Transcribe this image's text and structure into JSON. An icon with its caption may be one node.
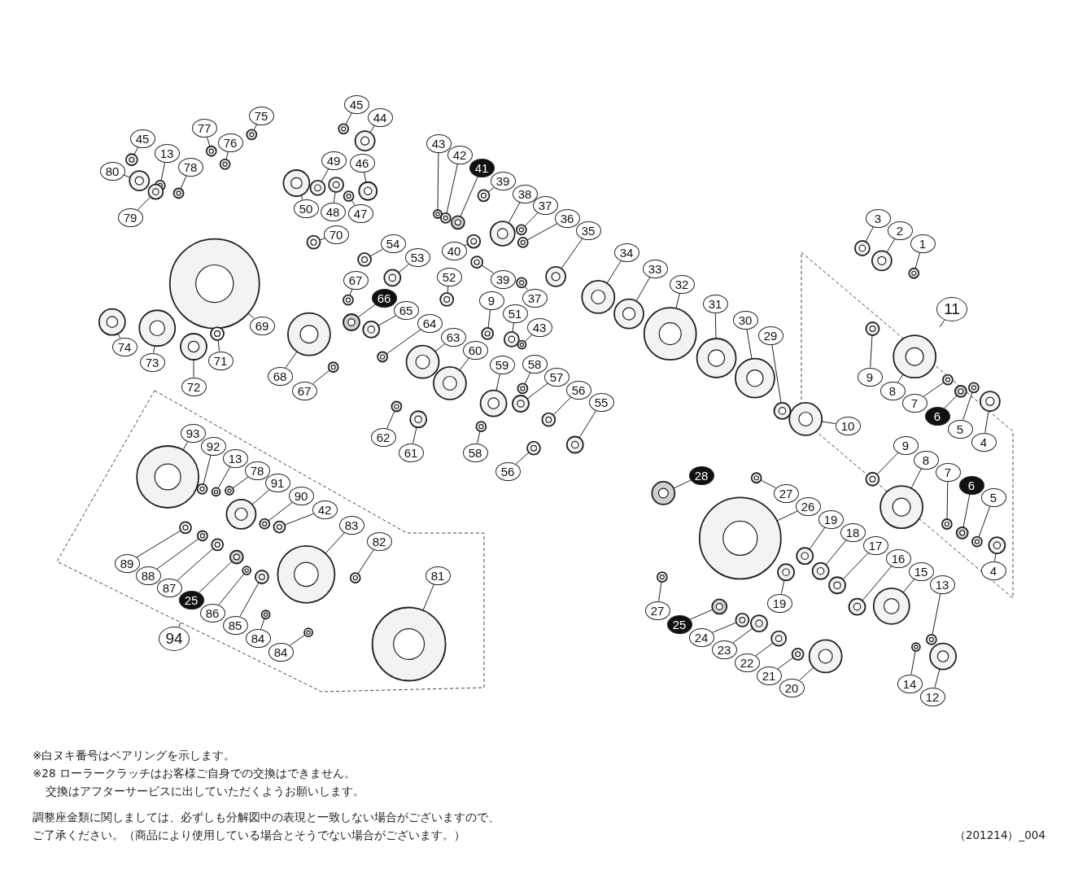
{
  "diagram": {
    "nodes": [
      {
        "text": [
          "45"
        ]
      },
      {
        "text": [
          "44"
        ]
      },
      {
        "text": [
          "75"
        ]
      },
      {
        "text": [
          "77"
        ]
      },
      {
        "text": [
          "76"
        ]
      },
      {
        "text": [
          "45"
        ]
      },
      {
        "text": [
          "13"
        ]
      },
      {
        "text": [
          "78"
        ]
      },
      {
        "text": [
          "80"
        ]
      },
      {
        "text": [
          "79"
        ]
      },
      {
        "text": [
          "49"
        ]
      },
      {
        "text": [
          "46"
        ]
      },
      {
        "text": [
          "50"
        ]
      },
      {
        "text": [
          "48"
        ]
      },
      {
        "text": [
          "47"
        ]
      },
      {
        "text": [
          "70"
        ]
      },
      {
        "text": [
          "43"
        ]
      },
      {
        "text": [
          "42"
        ]
      },
      {
        "text": [
          "41"
        ]
      },
      {
        "text": [
          "39"
        ]
      },
      {
        "text": [
          "40"
        ]
      },
      {
        "text": [
          "39"
        ]
      },
      {
        "text": [
          "38"
        ]
      },
      {
        "text": [
          "37"
        ]
      },
      {
        "text": [
          "36"
        ]
      },
      {
        "text": [
          "35"
        ]
      },
      {
        "text": [
          "34"
        ]
      },
      {
        "text": [
          "33"
        ]
      },
      {
        "text": [
          "32"
        ]
      },
      {
        "text": [
          "31"
        ]
      },
      {
        "text": [
          "30"
        ]
      },
      {
        "text": [
          "29"
        ]
      },
      {
        "text": [
          "54"
        ]
      },
      {
        "text": [
          "53"
        ]
      },
      {
        "text": [
          "52"
        ]
      },
      {
        "text": [
          "37"
        ]
      },
      {
        "text": [
          "67"
        ]
      },
      {
        "text": [
          "66"
        ]
      },
      {
        "text": [
          "65"
        ]
      },
      {
        "text": [
          "9"
        ]
      },
      {
        "text": [
          "51"
        ]
      },
      {
        "text": [
          "43"
        ]
      },
      {
        "text": [
          "64"
        ]
      },
      {
        "text": [
          "63"
        ]
      },
      {
        "text": [
          "60"
        ]
      },
      {
        "text": [
          "59"
        ]
      },
      {
        "text": [
          "58"
        ]
      },
      {
        "text": [
          "57"
        ]
      },
      {
        "text": [
          "56"
        ]
      },
      {
        "text": [
          "55"
        ]
      },
      {
        "text": [
          "56"
        ]
      },
      {
        "text": [
          "58"
        ]
      },
      {
        "text": [
          "61"
        ]
      },
      {
        "text": [
          "62"
        ]
      },
      {
        "text": [
          "68"
        ]
      },
      {
        "text": [
          "67"
        ]
      },
      {
        "text": [
          "69"
        ]
      },
      {
        "text": [
          "71"
        ]
      },
      {
        "text": [
          "72"
        ]
      },
      {
        "text": [
          "73"
        ]
      },
      {
        "text": [
          "74"
        ]
      },
      {
        "text": [
          "3"
        ]
      },
      {
        "text": [
          "2"
        ]
      },
      {
        "text": [
          "1"
        ]
      },
      {
        "text": [
          "11"
        ]
      },
      {
        "text": [
          "9"
        ]
      },
      {
        "text": [
          "8"
        ]
      },
      {
        "text": [
          "7"
        ]
      },
      {
        "text": [
          "6"
        ]
      },
      {
        "text": [
          "5"
        ]
      },
      {
        "text": [
          "4"
        ]
      },
      {
        "text": [
          "10"
        ]
      },
      {
        "text": [
          "9"
        ]
      },
      {
        "text": [
          "8"
        ]
      },
      {
        "text": [
          "7"
        ]
      },
      {
        "text": [
          "6"
        ]
      },
      {
        "text": [
          "5"
        ]
      },
      {
        "text": [
          "4"
        ]
      },
      {
        "text": [
          "28"
        ]
      },
      {
        "text": [
          "27"
        ]
      },
      {
        "text": [
          "26"
        ]
      },
      {
        "text": [
          "19"
        ]
      },
      {
        "text": [
          "18"
        ]
      },
      {
        "text": [
          "17"
        ]
      },
      {
        "text": [
          "16"
        ]
      },
      {
        "text": [
          "15"
        ]
      },
      {
        "text": [
          "13"
        ]
      },
      {
        "text": [
          "19"
        ]
      },
      {
        "text": [
          "27"
        ]
      },
      {
        "text": [
          "25"
        ]
      },
      {
        "text": [
          "24"
        ]
      },
      {
        "text": [
          "23"
        ]
      },
      {
        "text": [
          "22"
        ]
      },
      {
        "text": [
          "21"
        ]
      },
      {
        "text": [
          "20"
        ]
      },
      {
        "text": [
          "14"
        ]
      },
      {
        "text": [
          "12"
        ]
      },
      {
        "text": [
          "93"
        ]
      },
      {
        "text": [
          "92"
        ]
      },
      {
        "text": [
          "13"
        ]
      },
      {
        "text": [
          "78"
        ]
      },
      {
        "text": [
          "91"
        ]
      },
      {
        "text": [
          "90"
        ]
      },
      {
        "text": [
          "42"
        ]
      },
      {
        "text": [
          "83"
        ]
      },
      {
        "text": [
          "82"
        ]
      },
      {
        "text": [
          "89"
        ]
      },
      {
        "text": [
          "88"
        ]
      },
      {
        "text": [
          "87"
        ]
      },
      {
        "text": [
          "25"
        ]
      },
      {
        "text": [
          "86"
        ]
      },
      {
        "text": [
          "85"
        ]
      },
      {
        "text": [
          "84"
        ]
      },
      {
        "text": [
          "84"
        ]
      },
      {
        "text": [
          "94"
        ]
      },
      {
        "text": [
          "81"
        ]
      },
      {
        "text": [],
        "shape": "picture"
      },
      {
        "text": [],
        "shape": "picture"
      },
      {
        "text": [],
        "shape": "picture"
      },
      {
        "text": [],
        "shape": "picture"
      },
      {
        "text": [],
        "shape": "picture"
      },
      {
        "text": [],
        "shape": "picture"
      },
      {
        "text": [],
        "shape": "picture"
      },
      {
        "text": [],
        "shape": "picture"
      },
      {
        "text": [],
        "shape": "picture"
      },
      {
        "text": [],
        "shape": "picture"
      },
      {
        "text": [],
        "shape": "picture"
      },
      {
        "text": [],
        "shape": "picture"
      },
      {
        "text": [],
        "shape": "picture"
      },
      {
        "text": [],
        "shape": "picture"
      },
      {
        "text": [],
        "shape": "picture"
      },
      {
        "text": [],
        "shape": "picture"
      },
      {
        "text": [],
        "shape": "picture"
      },
      {
        "text": [],
        "shape": "picture"
      },
      {
        "text": [],
        "shape": "picture"
      },
      {
        "text": [],
        "shape": "picture"
      },
      {
        "text": [],
        "shape": "picture"
      },
      {
        "text": [],
        "shape": "picture"
      },
      {
        "text": [],
        "shape": "picture"
      },
      {
        "text": [],
        "shape": "picture"
      },
      {
        "text": [],
        "shape": "picture"
      },
      {
        "text": [],
        "shape": "picture"
      },
      {
        "text": [],
        "shape": "picture"
      },
      {
        "text": [],
        "shape": "picture"
      },
      {
        "text": [],
        "shape": "picture"
      },
      {
        "text": [],
        "shape": "picture"
      },
      {
        "text": [],
        "shape": "picture"
      },
      {
        "text": [],
        "shape": "picture"
      },
      {
        "text": [],
        "shape": "picture"
      },
      {
        "text": [],
        "shape": "picture"
      },
      {
        "text": [],
        "shape": "picture"
      },
      {
        "text": [],
        "shape": "picture"
      },
      {
        "text": [],
        "shape": "picture"
      },
      {
        "text": [],
        "shape": "picture"
      },
      {
        "text": [],
        "shape": "picture"
      },
      {
        "text": [],
        "shape": "picture"
      },
      {
        "text": [],
        "shape": "picture"
      },
      {
        "text": [],
        "shape": "picture"
      },
      {
        "text": [],
        "shape": "picture"
      },
      {
        "text": [],
        "shape": "picture"
      },
      {
        "text": [],
        "shape": "picture"
      },
      {
        "text": [],
        "shape": "picture"
      },
      {
        "text": [],
        "shape": "picture"
      },
      {
        "text": [],
        "shape": "picture"
      },
      {
        "text": [],
        "shape": "picture"
      },
      {
        "text": [],
        "shape": "picture"
      },
      {
        "text": [],
        "shape": "picture"
      },
      {
        "text": [],
        "shape": "picture"
      },
      {
        "text": [],
        "shape": "picture"
      },
      {
        "text": [],
        "shape": "picture"
      },
      {
        "text": [],
        "shape": "picture"
      },
      {
        "text": [],
        "shape": "picture"
      },
      {
        "text": [],
        "shape": "picture"
      },
      {
        "text": [],
        "shape": "picture"
      },
      {
        "text": [],
        "shape": "picture"
      },
      {
        "text": [],
        "shape": "picture"
      },
      {
        "text": [],
        "shape": "picture"
      },
      {
        "text": [],
        "shape": "picture"
      },
      {
        "text": [],
        "shape": "picture"
      },
      {
        "text": [],
        "shape": "picture"
      },
      {
        "text": [],
        "shape": "picture"
      },
      {
        "text": [],
        "shape": "picture"
      },
      {
        "text": [],
        "shape": "picture"
      },
      {
        "text": [],
        "shape": "picture"
      },
      {
        "text": [],
        "shape": "picture"
      },
      {
        "text": [],
        "shape": "picture"
      },
      {
        "text": [],
        "shape": "picture"
      },
      {
        "text": [],
        "shape": "picture"
      },
      {
        "text": [],
        "shape": "picture"
      },
      {
        "text": [],
        "shape": "picture"
      },
      {
        "text": [],
        "shape": "picture"
      },
      {
        "text": [],
        "shape": "picture"
      },
      {
        "text": [],
        "shape": "picture"
      },
      {
        "text": [],
        "shape": "picture"
      },
      {
        "text": [],
        "shape": "picture"
      },
      {
        "text": [],
        "shape": "picture"
      },
      {
        "text": [],
        "shape": "picture"
      },
      {
        "text": [],
        "shape": "picture"
      },
      {
        "text": [],
        "shape": "picture"
      },
      {
        "text": [],
        "shape": "picture"
      },
      {
        "text": [],
        "shape": "picture"
      },
      {
        "text": [],
        "shape": "picture"
      },
      {
        "text": [],
        "shape": "picture"
      },
      {
        "text": [],
        "shape": "picture"
      },
      {
        "text": [],
        "shape": "picture"
      },
      {
        "text": [],
        "shape": "picture"
      },
      {
        "text": [],
        "shape": "picture"
      },
      {
        "text": [],
        "shape": "picture"
      },
      {
        "text": [],
        "shape": "picture"
      },
      {
        "text": [],
        "shape": "picture"
      },
      {
        "text": [],
        "shape": "picture"
      },
      {
        "text": [],
        "shape": "picture"
      },
      {
        "text": [],
        "shape": "picture"
      },
      {
        "text": [],
        "shape": "picture"
      },
      {
        "text": [],
        "shape": "picture"
      },
      {
        "text": [],
        "shape": "picture"
      },
      {
        "text": [],
        "shape": "picture"
      },
      {
        "text": [],
        "shape": "picture"
      },
      {
        "text": [],
        "shape": "picture"
      },
      {
        "text": [],
        "shape": "picture"
      },
      {
        "text": [],
        "shape": "picture"
      },
      {
        "text": [],
        "shape": "picture"
      },
      {
        "text": [],
        "shape": "picture"
      },
      {
        "text": [],
        "shape": "picture"
      },
      {
        "text": [],
        "shape": "picture"
      },
      {
        "text": [],
        "shape": "picture"
      },
      {
        "text": [],
        "shape": "picture"
      },
      {
        "text": [],
        "shape": "picture"
      },
      {
        "text": [],
        "shape": "picture"
      },
      {
        "text": [],
        "shape": "picture"
      }
    ],
    "edges": [
      {
        "from": 0,
        "to": 116,
        "arrow": "none"
      },
      {
        "from": 1,
        "to": 117,
        "arrow": "none"
      },
      {
        "from": 2,
        "to": 118,
        "arrow": "none"
      },
      {
        "from": 3,
        "to": 119,
        "arrow": "none"
      },
      {
        "from": 4,
        "to": 120,
        "arrow": "none"
      },
      {
        "from": 5,
        "to": 121,
        "arrow": "none"
      },
      {
        "from": 6,
        "to": 122,
        "arrow": "none"
      },
      {
        "from": 7,
        "to": 123,
        "arrow": "none"
      },
      {
        "from": 8,
        "to": 124,
        "arrow": "none"
      },
      {
        "from": 9,
        "to": 125,
        "arrow": "none"
      },
      {
        "from": 10,
        "to": 126,
        "arrow": "none"
      },
      {
        "from": 11,
        "to": 127,
        "arrow": "none"
      },
      {
        "from": 12,
        "to": 128,
        "arrow": "none"
      },
      {
        "from": 13,
        "to": 129,
        "arrow": "none"
      },
      {
        "from": 14,
        "to": 130,
        "arrow": "none"
      },
      {
        "from": 15,
        "to": 131,
        "arrow": "none"
      },
      {
        "from": 16,
        "to": 132,
        "arrow": "none"
      },
      {
        "from": 17,
        "to": 133,
        "arrow": "none"
      },
      {
        "from": 18,
        "to": 134,
        "arrow": "none"
      },
      {
        "from": 19,
        "to": 135,
        "arrow": "none"
      },
      {
        "from": 20,
        "to": 136,
        "arrow": "none"
      },
      {
        "from": 21,
        "to": 137,
        "arrow": "none"
      },
      {
        "from": 22,
        "to": 138,
        "arrow": "none"
      },
      {
        "from": 23,
        "to": 139,
        "arrow": "none"
      },
      {
        "from": 24,
        "to": 140,
        "arrow": "none"
      },
      {
        "from": 25,
        "to": 141,
        "arrow": "none"
      },
      {
        "from": 26,
        "to": 142,
        "arrow": "none"
      },
      {
        "from": 27,
        "to": 143,
        "arrow": "none"
      },
      {
        "from": 28,
        "to": 144,
        "arrow": "none"
      },
      {
        "from": 29,
        "to": 145,
        "arrow": "none"
      },
      {
        "from": 30,
        "to": 146,
        "arrow": "none"
      },
      {
        "from": 31,
        "to": 147,
        "arrow": "none"
      },
      {
        "from": 32,
        "to": 148,
        "arrow": "none"
      },
      {
        "from": 33,
        "to": 149,
        "arrow": "none"
      },
      {
        "from": 34,
        "to": 150,
        "arrow": "none"
      },
      {
        "from": 35,
        "to": 151,
        "arrow": "none"
      },
      {
        "from": 36,
        "to": 152,
        "arrow": "none"
      },
      {
        "from": 37,
        "to": 153,
        "arrow": "none"
      },
      {
        "from": 38,
        "to": 154,
        "arrow": "none"
      },
      {
        "from": 39,
        "to": 155,
        "arrow": "none"
      },
      {
        "from": 40,
        "to": 156,
        "arrow": "none"
      },
      {
        "from": 41,
        "to": 157,
        "arrow": "none"
      },
      {
        "from": 42,
        "to": 158,
        "arrow": "none"
      },
      {
        "from": 43,
        "to": 159,
        "arrow": "none"
      },
      {
        "from": 44,
        "to": 160,
        "arrow": "none"
      },
      {
        "from": 45,
        "to": 161,
        "arrow": "none"
      },
      {
        "from": 46,
        "to": 162,
        "arrow": "none"
      },
      {
        "from": 47,
        "to": 163,
        "arrow": "none"
      },
      {
        "from": 48,
        "to": 164,
        "arrow": "none"
      },
      {
        "from": 49,
        "to": 165,
        "arrow": "none"
      },
      {
        "from": 50,
        "to": 166,
        "arrow": "none"
      },
      {
        "from": 51,
        "to": 167,
        "arrow": "none"
      },
      {
        "from": 52,
        "to": 168,
        "arrow": "none"
      },
      {
        "from": 53,
        "to": 169,
        "arrow": "none"
      },
      {
        "from": 54,
        "to": 170,
        "arrow": "none"
      },
      {
        "from": 55,
        "to": 171,
        "arrow": "none"
      },
      {
        "from": 56,
        "to": 172,
        "arrow": "none"
      },
      {
        "from": 57,
        "to": 173,
        "arrow": "none"
      },
      {
        "from": 58,
        "to": 174,
        "arrow": "none"
      },
      {
        "from": 59,
        "to": 175,
        "arrow": "none"
      },
      {
        "from": 60,
        "to": 176,
        "arrow": "none"
      },
      {
        "from": 61,
        "to": 177,
        "arrow": "none"
      },
      {
        "from": 62,
        "to": 178,
        "arrow": "none"
      },
      {
        "from": 63,
        "to": 179,
        "arrow": "none"
      },
      {
        "from": 64,
        "to": null,
        "arrow": "none"
      },
      {
        "from": 65,
        "to": 180,
        "arrow": "none"
      },
      {
        "from": 66,
        "to": 181,
        "arrow": "none"
      },
      {
        "from": 67,
        "to": 182,
        "arrow": "none"
      },
      {
        "from": 68,
        "to": 183,
        "arrow": "none"
      },
      {
        "from": 69,
        "to": 184,
        "arrow": "none"
      },
      {
        "from": 70,
        "to": 185,
        "arrow": "none"
      },
      {
        "from": 71,
        "to": 186,
        "arrow": "none"
      },
      {
        "from": 72,
        "to": 187,
        "arrow": "none"
      },
      {
        "from": 73,
        "to": 188,
        "arrow": "none"
      },
      {
        "from": 74,
        "to": 189,
        "arrow": "none"
      },
      {
        "from": 75,
        "to": 190,
        "arrow": "none"
      },
      {
        "from": 76,
        "to": 191,
        "arrow": "none"
      },
      {
        "from": 77,
        "to": 192,
        "arrow": "none"
      },
      {
        "from": 78,
        "to": 193,
        "arrow": "none"
      },
      {
        "from": 79,
        "to": 194,
        "arrow": "none"
      },
      {
        "from": 80,
        "to": 195,
        "arrow": "none"
      },
      {
        "from": 81,
        "to": 196,
        "arrow": "none"
      },
      {
        "from": 82,
        "to": 197,
        "arrow": "none"
      },
      {
        "from": 83,
        "to": 198,
        "arrow": "none"
      },
      {
        "from": 84,
        "to": 199,
        "arrow": "none"
      },
      {
        "from": 85,
        "to": 200,
        "arrow": "none"
      },
      {
        "from": 86,
        "to": 201,
        "arrow": "none"
      },
      {
        "from": 87,
        "to": 202,
        "arrow": "none"
      },
      {
        "from": 88,
        "to": 203,
        "arrow": "none"
      },
      {
        "from": 89,
        "to": 204,
        "arrow": "none"
      },
      {
        "from": 90,
        "to": 205,
        "arrow": "none"
      },
      {
        "from": 91,
        "to": 206,
        "arrow": "none"
      },
      {
        "from": 92,
        "to": 207,
        "arrow": "none"
      },
      {
        "from": 93,
        "to": 208,
        "arrow": "none"
      },
      {
        "from": 94,
        "to": 209,
        "arrow": "none"
      },
      {
        "from": 95,
        "to": 210,
        "arrow": "none"
      },
      {
        "from": 96,
        "to": 211,
        "arrow": "none"
      },
      {
        "from": 97,
        "to": 212,
        "arrow": "none"
      },
      {
        "from": 98,
        "to": 213,
        "arrow": "none"
      },
      {
        "from": 99,
        "to": 214,
        "arrow": "none"
      },
      {
        "from": 100,
        "to": 215,
        "arrow": "none"
      },
      {
        "from": 101,
        "to": 216,
        "arrow": "none"
      },
      {
        "from": 102,
        "to": 217,
        "arrow": "none"
      },
      {
        "from": 103,
        "to": 218,
        "arrow": "none"
      },
      {
        "from": 104,
        "to": 219,
        "arrow": "none"
      },
      {
        "from": 105,
        "to": 220,
        "arrow": "none"
      },
      {
        "from": 106,
        "to": 221,
        "arrow": "none"
      },
      {
        "from": 107,
        "to": 222,
        "arrow": "none"
      },
      {
        "from": 108,
        "to": 223,
        "arrow": "none"
      },
      {
        "from": 109,
        "to": 224,
        "arrow": "none"
      },
      {
        "from": 110,
        "to": 225,
        "arrow": "none"
      },
      {
        "from": 111,
        "to": 226,
        "arrow": "none"
      },
      {
        "from": 112,
        "to": 227,
        "arrow": "none"
      },
      {
        "from": 113,
        "to": 228,
        "arrow": "none"
      },
      {
        "from": 114,
        "to": null,
        "arrow": "none"
      },
      {
        "from": 115,
        "to": 229,
        "arrow": "none"
      }
    ],
    "labels": [
      "※白ヌキ番号はベアリングを示します。",
      "※28 ローラークラッチはお客様ご自身での交換はできません。",
      "交換はアフターサービスに出していただくようお願いします。",
      "調整座金類に関しましては、必ずしも分解図中の表現と一致しない場合がございますので、",
      "ご了承ください。（商品により使用している場合とそうでない場合がございます。）",
      "（201214）_004"
    ]
  }
}
